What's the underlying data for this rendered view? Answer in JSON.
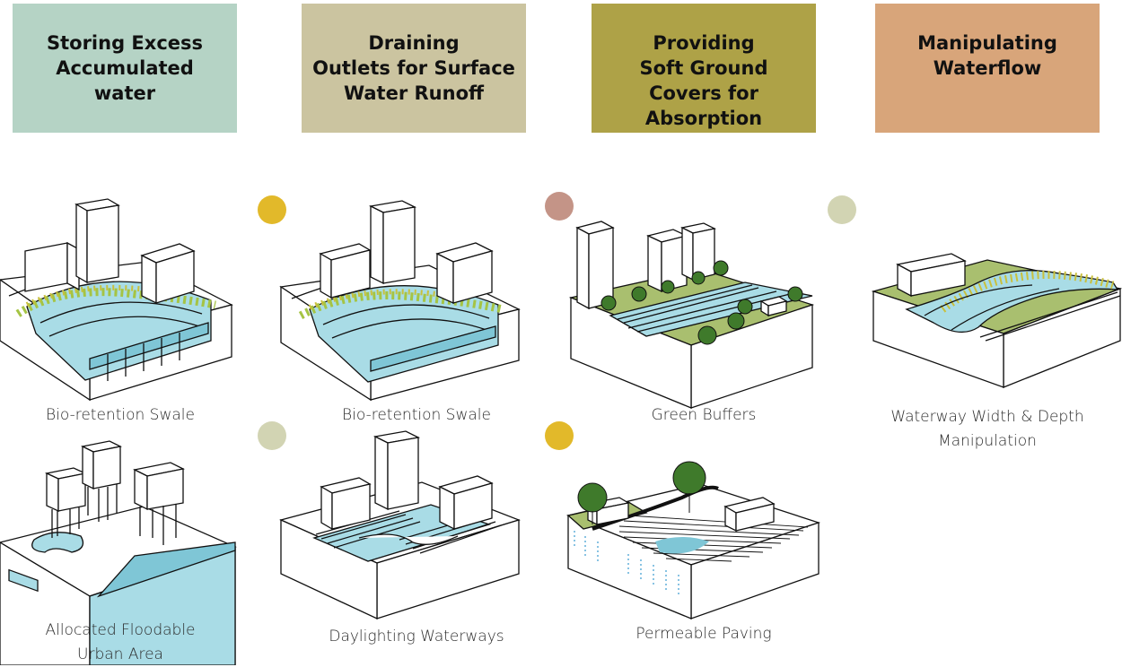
{
  "headers": [
    {
      "lines": [
        "Storing Excess",
        "Accumulated",
        "water"
      ],
      "color": "#b5d3c5"
    },
    {
      "lines": [
        "Draining",
        "Outlets for Surface",
        "Water Runoff"
      ],
      "color": "#cbc4a0"
    },
    {
      "lines": [
        "Providing",
        "Soft Ground",
        "Covers for",
        "Absorption"
      ],
      "color": "#aea247"
    },
    {
      "lines": [
        "Manipulating",
        "Waterflow"
      ],
      "color": "#d8a57a"
    }
  ],
  "captions": {
    "swale_1": "Bio-retention Swale",
    "swale_2": "Bio-retention Swale",
    "green_buffers": "Green Buffers",
    "waterway_1": "Waterway Width & Depth",
    "waterway_2": "Manipulation",
    "floodable_1": "Allocated Floodable",
    "floodable_2": "Urban Area",
    "daylighting": "Daylighting Waterways",
    "paving": "Permeable Paving"
  },
  "markers": {
    "swale_2": "#e2b92a",
    "green_buffers": "#c49487",
    "waterway": "#d2d4b3",
    "daylighting": "#d2d4b3",
    "paving": "#e2b92a"
  },
  "palette": {
    "water": "#a9dce6",
    "water_dark": "#7fc6d6",
    "vegetation": "#a5c444",
    "vegetation_yellow": "#c9c03c",
    "grass": "#a9bf6f",
    "tree": "#3f7a2b",
    "outline": "#111111"
  }
}
